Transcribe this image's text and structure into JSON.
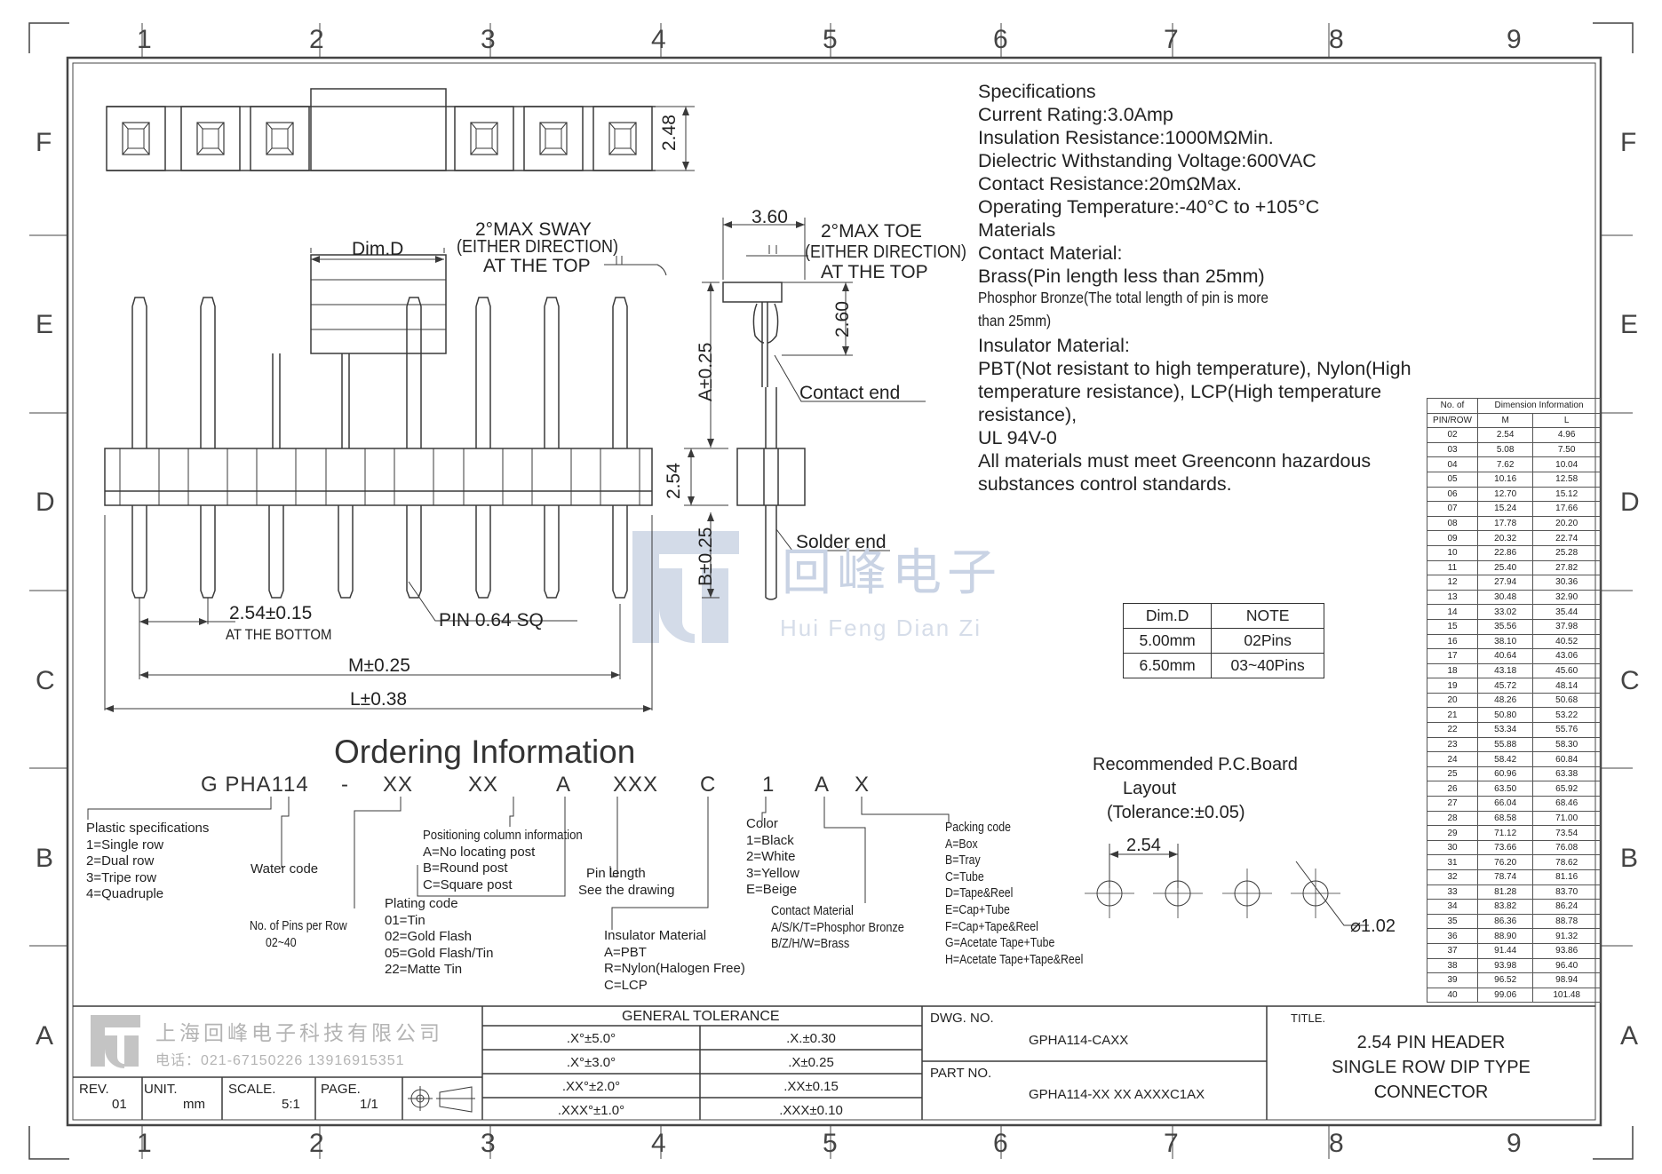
{
  "zones": {
    "columns": [
      "1",
      "2",
      "3",
      "4",
      "5",
      "6",
      "7",
      "8",
      "9"
    ],
    "rows": [
      "F",
      "E",
      "D",
      "C",
      "B",
      "A"
    ]
  },
  "specs": {
    "lines": [
      "Specifications",
      "Current Rating:3.0Amp",
      "Insulation Resistance:1000MΩMin.",
      "Dielectric Withstanding Voltage:600VAC",
      "Contact Resistance:20mΩMax.",
      "Operating Temperature:-40°C to +105°C",
      "Materials",
      "Contact Material:",
      "Brass(Pin length less than 25mm)",
      "Phosphor Bronze(The total length of pin is more",
      "than 25mm)",
      "Insulator Material:",
      "PBT(Not resistant to high temperature),  Nylon(High",
      "temperature resistance), LCP(High temperature",
      "resistance),",
      "UL 94V-0",
      "All materials must meet Greenconn hazardous",
      "substances control standards."
    ]
  },
  "drawing": {
    "pitch_height": "2.48",
    "dim_d": "Dim.D",
    "sway": [
      "2°MAX SWAY",
      "(EITHER DIRECTION)",
      "AT THE TOP"
    ],
    "toe": [
      "2°MAX TOE",
      "(EITHER DIRECTION)",
      "AT THE TOP"
    ],
    "width_360": "3.60",
    "height_260": "2.60",
    "a_dim": "A±0.25",
    "b_dim": "B±0.25",
    "body_254": "2.54",
    "contact_end": "Contact end",
    "solder_end": "Solder end",
    "pitch_bottom": "2.54±0.15",
    "at_the_bottom": "AT THE BOTTOM",
    "pin_sq": "PIN 0.64 SQ",
    "m_dim": "M±0.25",
    "l_dim": "L±0.38"
  },
  "note_table": {
    "headers": [
      "Dim.D",
      "NOTE"
    ],
    "rows": [
      [
        "5.00mm",
        "02Pins"
      ],
      [
        "6.50mm",
        "03~40Pins"
      ]
    ]
  },
  "dimension_table": {
    "header_left": [
      "No. of",
      "PIN/ROW"
    ],
    "header_group": "Dimension Information",
    "header_m": "M",
    "header_l": "L",
    "rows": [
      [
        "02",
        "2.54",
        "4.96"
      ],
      [
        "03",
        "5.08",
        "7.50"
      ],
      [
        "04",
        "7.62",
        "10.04"
      ],
      [
        "05",
        "10.16",
        "12.58"
      ],
      [
        "06",
        "12.70",
        "15.12"
      ],
      [
        "07",
        "15.24",
        "17.66"
      ],
      [
        "08",
        "17.78",
        "20.20"
      ],
      [
        "09",
        "20.32",
        "22.74"
      ],
      [
        "10",
        "22.86",
        "25.28"
      ],
      [
        "11",
        "25.40",
        "27.82"
      ],
      [
        "12",
        "27.94",
        "30.36"
      ],
      [
        "13",
        "30.48",
        "32.90"
      ],
      [
        "14",
        "33.02",
        "35.44"
      ],
      [
        "15",
        "35.56",
        "37.98"
      ],
      [
        "16",
        "38.10",
        "40.52"
      ],
      [
        "17",
        "40.64",
        "43.06"
      ],
      [
        "18",
        "43.18",
        "45.60"
      ],
      [
        "19",
        "45.72",
        "48.14"
      ],
      [
        "20",
        "48.26",
        "50.68"
      ],
      [
        "21",
        "50.80",
        "53.22"
      ],
      [
        "22",
        "53.34",
        "55.76"
      ],
      [
        "23",
        "55.88",
        "58.30"
      ],
      [
        "24",
        "58.42",
        "60.84"
      ],
      [
        "25",
        "60.96",
        "63.38"
      ],
      [
        "26",
        "63.50",
        "65.92"
      ],
      [
        "27",
        "66.04",
        "68.46"
      ],
      [
        "28",
        "68.58",
        "71.00"
      ],
      [
        "29",
        "71.12",
        "73.54"
      ],
      [
        "30",
        "73.66",
        "76.08"
      ],
      [
        "31",
        "76.20",
        "78.62"
      ],
      [
        "32",
        "78.74",
        "81.16"
      ],
      [
        "33",
        "81.28",
        "83.70"
      ],
      [
        "34",
        "83.82",
        "86.24"
      ],
      [
        "35",
        "86.36",
        "88.78"
      ],
      [
        "36",
        "88.90",
        "91.32"
      ],
      [
        "37",
        "91.44",
        "93.86"
      ],
      [
        "38",
        "93.98",
        "96.40"
      ],
      [
        "39",
        "96.52",
        "98.94"
      ],
      [
        "40",
        "99.06",
        "101.48"
      ]
    ]
  },
  "ordering": {
    "title": "Ordering Information",
    "code_parts": [
      "G PHA1",
      "14",
      "-",
      "XX",
      "XX",
      "A",
      "XXX",
      "C",
      "1",
      "A",
      "X"
    ],
    "plastic": [
      "Plastic specifications",
      "1=Single row",
      "2=Dual row",
      "3=Tripe row",
      "4=Quadruple"
    ],
    "water_code": "Water code",
    "pins_per_row": [
      "No. of Pins per Row",
      "02~40"
    ],
    "plating": [
      "Plating code",
      "01=Tin",
      "02=Gold Flash",
      "05=Gold Flash/Tin",
      "22=Matte Tin"
    ],
    "positioning": [
      "Positioning column information",
      "A=No locating post",
      "B=Round post",
      "C=Square post"
    ],
    "pin_length": [
      "Pin length",
      "See the drawing"
    ],
    "insulator": [
      "Insulator Material",
      "A=PBT",
      "R=Nylon(Halogen Free)",
      "C=LCP"
    ],
    "color": [
      "Color",
      "1=Black",
      "2=White",
      "3=Yellow",
      "E=Beige"
    ],
    "contact": [
      "Contact Material",
      "A/S/K/T=Phosphor Bronze",
      "B/Z/H/W=Brass"
    ],
    "packing": [
      "Packing code",
      "A=Box",
      "B=Tray",
      "C=Tube",
      "D=Tape&Reel",
      "E=Cap+Tube",
      "F=Cap+Tape&Reel",
      "G=Acetate Tape+Tube",
      "H=Acetate Tape+Tape&Reel"
    ]
  },
  "pcb": {
    "title": [
      "Recommended P.C.Board",
      "Layout",
      "(Tolerance:±0.05)"
    ],
    "pitch": "2.54",
    "hole": "⌀1.02"
  },
  "watermark": {
    "cn": "回峰电子",
    "en": "Hui Feng Dian Zi"
  },
  "title_block": {
    "company_cn": "上海回峰电子科技有限公司",
    "phone": "电话：021-67150226  13916915351",
    "tolerance_title": "GENERAL TOLERANCE",
    "tolerances": [
      [
        ".X°±5.0°",
        ".X.±0.30"
      ],
      [
        ".X°±3.0°",
        ".X±0.25"
      ],
      [
        ".XX°±2.0°",
        ".XX±0.15"
      ],
      [
        ".XXX°±1.0°",
        ".XXX±0.10"
      ]
    ],
    "rev_label": "REV.",
    "rev": "01",
    "unit_label": "UNIT.",
    "unit": "mm",
    "scale_label": "SCALE.",
    "scale": "5:1",
    "page_label": "PAGE.",
    "page": "1/1",
    "dwg_label": "DWG. NO.",
    "dwg": "GPHA114-CAXX",
    "part_label": "PART NO.",
    "part": "GPHA114-XX XX AXXXC1AX",
    "title_label": "TITLE.",
    "title_lines": [
      "2.54 PIN HEADER",
      "SINGLE ROW DIP TYPE",
      "CONNECTOR"
    ]
  },
  "colors": {
    "line": "#3a3a3a",
    "watermark": "#c9d3e4",
    "logo": "#b4b4b4"
  }
}
